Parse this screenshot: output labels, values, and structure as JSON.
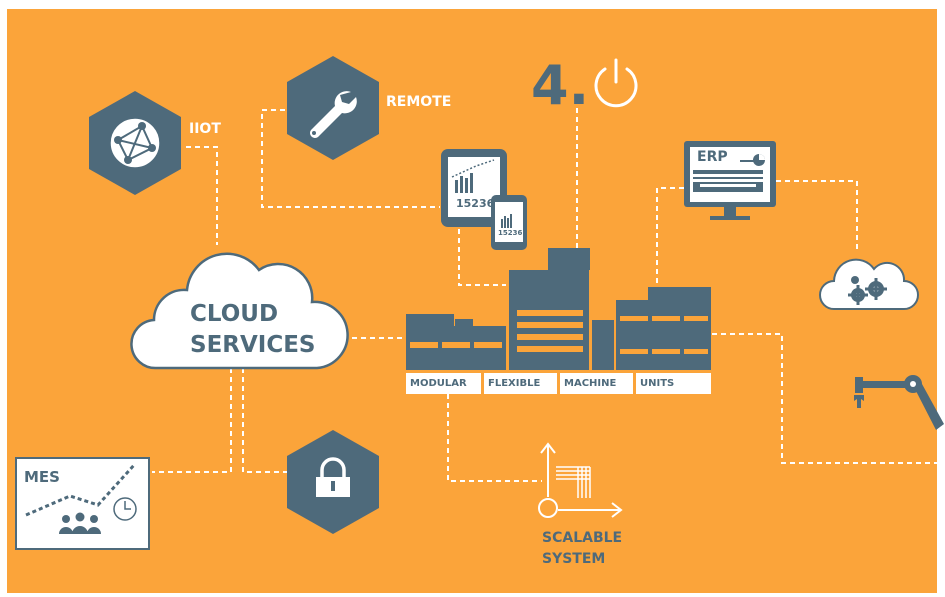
{
  "title": "4.",
  "nodes": {
    "iiot": "IIOT",
    "remote": "REMOTE",
    "erp": "ERP",
    "mes": "MES",
    "cloud_line1": "CLOUD",
    "cloud_line2": "SERVICES",
    "scalable_line1": "SCALABLE",
    "scalable_line2": "SYSTEM",
    "tablet_number": "15236",
    "phone_number": "15236"
  },
  "factory_units": [
    "MODULAR",
    "FLEXIBLE",
    "MACHINE",
    "UNITS"
  ],
  "icons": [
    "globe-network-icon",
    "wrench-icon",
    "power-icon",
    "tablet-chart-icon",
    "phone-chart-icon",
    "erp-monitor-icon",
    "cloud-gears-icon",
    "robot-arm-icon",
    "padlock-icon",
    "mes-board-icon",
    "scalable-axes-icon",
    "factory-icon",
    "cloud-icon"
  ],
  "colors": {
    "background": "#fba43a",
    "slate": "#4e6a7b",
    "white": "#ffffff"
  }
}
